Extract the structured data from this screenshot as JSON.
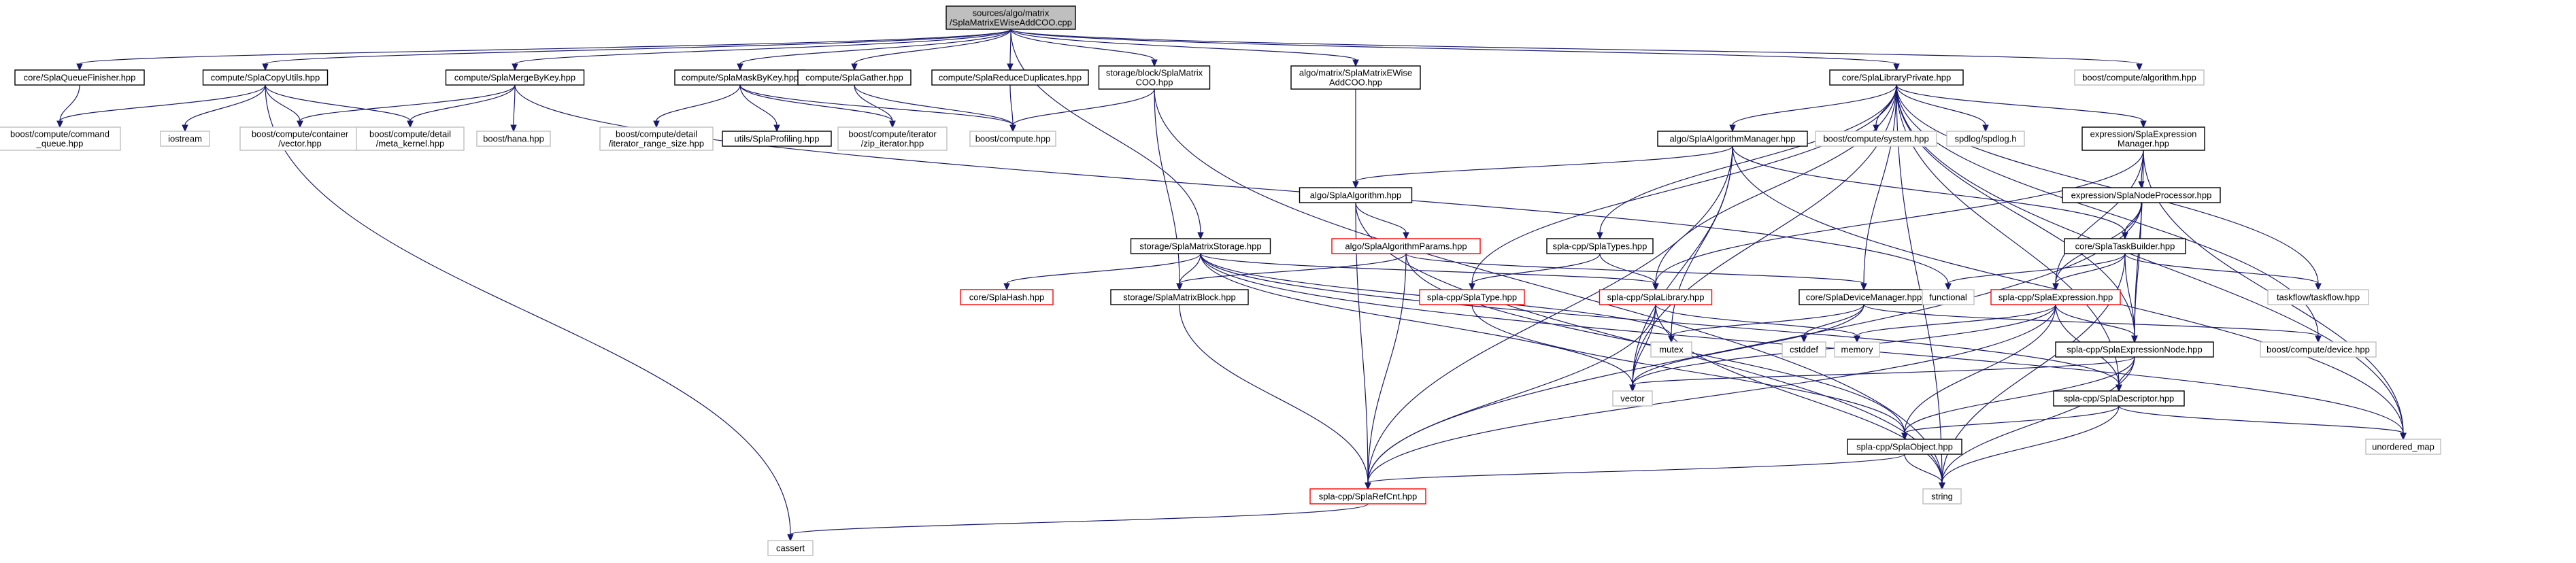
{
  "colors": {
    "edge": "#191970",
    "root_fill": "#bfbfbf",
    "root_border": "#000000",
    "documented_border": "#000000",
    "external_border": "#bfbfbf",
    "truncated_border": "#ff0000",
    "label": "#000000"
  },
  "nodes": [
    {
      "id": "root",
      "kind": "root",
      "lines": [
        "sources/algo/matrix",
        "/SplaMatrixEWiseAddCOO.cpp"
      ]
    },
    {
      "id": "queueFinisher",
      "kind": "documented",
      "lines": [
        "core/SplaQueueFinisher.hpp"
      ]
    },
    {
      "id": "copyUtils",
      "kind": "documented",
      "lines": [
        "compute/SplaCopyUtils.hpp"
      ]
    },
    {
      "id": "mergeByKey",
      "kind": "documented",
      "lines": [
        "compute/SplaMergeByKey.hpp"
      ]
    },
    {
      "id": "maskByKey",
      "kind": "documented",
      "lines": [
        "compute/SplaMaskByKey.hpp"
      ]
    },
    {
      "id": "gather",
      "kind": "documented",
      "lines": [
        "compute/SplaGather.hpp"
      ]
    },
    {
      "id": "reduceDup",
      "kind": "documented",
      "lines": [
        "compute/SplaReduceDuplicates.hpp"
      ]
    },
    {
      "id": "blockMatrixCOO",
      "kind": "documented",
      "lines": [
        "storage/block/SplaMatrix",
        "COO.hpp"
      ]
    },
    {
      "id": "ewiseAddHpp",
      "kind": "documented",
      "lines": [
        "algo/matrix/SplaMatrixEWise",
        "AddCOO.hpp"
      ]
    },
    {
      "id": "libPrivate",
      "kind": "documented",
      "lines": [
        "core/SplaLibraryPrivate.hpp"
      ]
    },
    {
      "id": "bcAlgorithm",
      "kind": "external",
      "lines": [
        "boost/compute/algorithm.hpp"
      ]
    },
    {
      "id": "bcCommandQueue",
      "kind": "external",
      "lines": [
        "boost/compute/command",
        "_queue.hpp"
      ]
    },
    {
      "id": "iostream",
      "kind": "external",
      "lines": [
        "iostream"
      ]
    },
    {
      "id": "bcVector",
      "kind": "external",
      "lines": [
        "boost/compute/container",
        "/vector.hpp"
      ]
    },
    {
      "id": "bcMetaKernel",
      "kind": "external",
      "lines": [
        "boost/compute/detail",
        "/meta_kernel.hpp"
      ]
    },
    {
      "id": "hana",
      "kind": "external",
      "lines": [
        "boost/hana.hpp"
      ]
    },
    {
      "id": "bcIterRange",
      "kind": "external",
      "lines": [
        "boost/compute/detail",
        "/iterator_range_size.hpp"
      ]
    },
    {
      "id": "profiling",
      "kind": "documented",
      "lines": [
        "utils/SplaProfiling.hpp"
      ]
    },
    {
      "id": "bcZipIter",
      "kind": "external",
      "lines": [
        "boost/compute/iterator",
        "/zip_iterator.hpp"
      ]
    },
    {
      "id": "bcCompute",
      "kind": "external",
      "lines": [
        "boost/compute.hpp"
      ]
    },
    {
      "id": "algoManager",
      "kind": "documented",
      "lines": [
        "algo/SplaAlgorithmManager.hpp"
      ]
    },
    {
      "id": "bcSystem",
      "kind": "external",
      "lines": [
        "boost/compute/system.hpp"
      ]
    },
    {
      "id": "spdlog",
      "kind": "external",
      "lines": [
        "spdlog/spdlog.h"
      ]
    },
    {
      "id": "exprManager",
      "kind": "documented",
      "lines": [
        "expression/SplaExpression",
        "Manager.hpp"
      ]
    },
    {
      "id": "algorithm",
      "kind": "documented",
      "lines": [
        "algo/SplaAlgorithm.hpp"
      ]
    },
    {
      "id": "nodeProcessor",
      "kind": "documented",
      "lines": [
        "expression/SplaNodeProcessor.hpp"
      ]
    },
    {
      "id": "matrixStorage",
      "kind": "documented",
      "lines": [
        "storage/SplaMatrixStorage.hpp"
      ]
    },
    {
      "id": "algoParams",
      "kind": "truncated",
      "lines": [
        "algo/SplaAlgorithmParams.hpp"
      ]
    },
    {
      "id": "splaTypes",
      "kind": "documented",
      "lines": [
        "spla-cpp/SplaTypes.hpp"
      ]
    },
    {
      "id": "taskBuilder",
      "kind": "documented",
      "lines": [
        "core/SplaTaskBuilder.hpp"
      ]
    },
    {
      "id": "splaHash",
      "kind": "truncated",
      "lines": [
        "core/SplaHash.hpp"
      ]
    },
    {
      "id": "matrixBlock",
      "kind": "documented",
      "lines": [
        "storage/SplaMatrixBlock.hpp"
      ]
    },
    {
      "id": "splaType",
      "kind": "truncated",
      "lines": [
        "spla-cpp/SplaType.hpp"
      ]
    },
    {
      "id": "splaLibrary",
      "kind": "truncated",
      "lines": [
        "spla-cpp/SplaLibrary.hpp"
      ]
    },
    {
      "id": "deviceManager",
      "kind": "documented",
      "lines": [
        "core/SplaDeviceManager.hpp"
      ]
    },
    {
      "id": "functional",
      "kind": "external",
      "lines": [
        "functional"
      ]
    },
    {
      "id": "splaExpression",
      "kind": "truncated",
      "lines": [
        "spla-cpp/SplaExpression.hpp"
      ]
    },
    {
      "id": "taskflow",
      "kind": "external",
      "lines": [
        "taskflow/taskflow.hpp"
      ]
    },
    {
      "id": "mutex",
      "kind": "external",
      "lines": [
        "mutex"
      ]
    },
    {
      "id": "cstddef",
      "kind": "external",
      "lines": [
        "cstddef"
      ]
    },
    {
      "id": "memory",
      "kind": "external",
      "lines": [
        "memory"
      ]
    },
    {
      "id": "exprNode",
      "kind": "documented",
      "lines": [
        "spla-cpp/SplaExpressionNode.hpp"
      ]
    },
    {
      "id": "bcDevice",
      "kind": "external",
      "lines": [
        "boost/compute/device.hpp"
      ]
    },
    {
      "id": "vector",
      "kind": "external",
      "lines": [
        "vector"
      ]
    },
    {
      "id": "descriptor",
      "kind": "documented",
      "lines": [
        "spla-cpp/SplaDescriptor.hpp"
      ]
    },
    {
      "id": "unorderedMap",
      "kind": "external",
      "lines": [
        "unordered_map"
      ]
    },
    {
      "id": "splaObject",
      "kind": "documented",
      "lines": [
        "spla-cpp/SplaObject.hpp"
      ]
    },
    {
      "id": "string",
      "kind": "external",
      "lines": [
        "string"
      ]
    },
    {
      "id": "refCnt",
      "kind": "truncated",
      "lines": [
        "spla-cpp/SplaRefCnt.hpp"
      ]
    },
    {
      "id": "cassert",
      "kind": "external",
      "lines": [
        "cassert"
      ]
    }
  ],
  "edges": [
    [
      "root",
      "queueFinisher"
    ],
    [
      "root",
      "copyUtils"
    ],
    [
      "root",
      "mergeByKey"
    ],
    [
      "root",
      "maskByKey"
    ],
    [
      "root",
      "gather"
    ],
    [
      "root",
      "reduceDup"
    ],
    [
      "root",
      "blockMatrixCOO"
    ],
    [
      "root",
      "ewiseAddHpp"
    ],
    [
      "root",
      "libPrivate"
    ],
    [
      "root",
      "bcAlgorithm"
    ],
    [
      "root",
      "matrixStorage"
    ],
    [
      "queueFinisher",
      "bcCommandQueue"
    ],
    [
      "copyUtils",
      "bcCommandQueue"
    ],
    [
      "copyUtils",
      "iostream"
    ],
    [
      "copyUtils",
      "bcVector"
    ],
    [
      "copyUtils",
      "bcMetaKernel"
    ],
    [
      "copyUtils",
      "cassert"
    ],
    [
      "mergeByKey",
      "bcVector"
    ],
    [
      "mergeByKey",
      "bcMetaKernel"
    ],
    [
      "mergeByKey",
      "hana"
    ],
    [
      "mergeByKey",
      "functional"
    ],
    [
      "maskByKey",
      "bcIterRange"
    ],
    [
      "maskByKey",
      "profiling"
    ],
    [
      "maskByKey",
      "bcZipIter"
    ],
    [
      "maskByKey",
      "bcCompute"
    ],
    [
      "gather",
      "bcZipIter"
    ],
    [
      "gather",
      "bcCompute"
    ],
    [
      "reduceDup",
      "bcCompute"
    ],
    [
      "blockMatrixCOO",
      "bcCompute"
    ],
    [
      "blockMatrixCOO",
      "matrixBlock"
    ],
    [
      "blockMatrixCOO",
      "string"
    ],
    [
      "ewiseAddHpp",
      "algorithm"
    ],
    [
      "libPrivate",
      "algoManager"
    ],
    [
      "libPrivate",
      "bcSystem"
    ],
    [
      "libPrivate",
      "spdlog"
    ],
    [
      "libPrivate",
      "exprManager"
    ],
    [
      "libPrivate",
      "splaTypes"
    ],
    [
      "libPrivate",
      "splaType"
    ],
    [
      "libPrivate",
      "splaLibrary"
    ],
    [
      "libPrivate",
      "deviceManager"
    ],
    [
      "libPrivate",
      "taskflow"
    ],
    [
      "libPrivate",
      "vector"
    ],
    [
      "libPrivate",
      "unorderedMap"
    ],
    [
      "libPrivate",
      "exprNode"
    ],
    [
      "libPrivate",
      "descriptor"
    ],
    [
      "libPrivate",
      "string"
    ],
    [
      "libPrivate",
      "bcDevice"
    ],
    [
      "algoManager",
      "algorithm"
    ],
    [
      "algoManager",
      "taskBuilder"
    ],
    [
      "algoManager",
      "mutex"
    ],
    [
      "algoManager",
      "unorderedMap"
    ],
    [
      "algoManager",
      "vector"
    ],
    [
      "algoManager",
      "refCnt"
    ],
    [
      "exprManager",
      "nodeProcessor"
    ],
    [
      "exprManager",
      "splaExpression"
    ],
    [
      "exprManager",
      "splaLibrary"
    ],
    [
      "exprManager",
      "unorderedMap"
    ],
    [
      "exprManager",
      "exprNode"
    ],
    [
      "algorithm",
      "algoParams"
    ],
    [
      "algorithm",
      "refCnt"
    ],
    [
      "algorithm",
      "string"
    ],
    [
      "nodeProcessor",
      "taskBuilder"
    ],
    [
      "nodeProcessor",
      "splaExpression"
    ],
    [
      "nodeProcessor",
      "exprNode"
    ],
    [
      "nodeProcessor",
      "refCnt"
    ],
    [
      "matrixStorage",
      "splaHash"
    ],
    [
      "matrixStorage",
      "matrixBlock"
    ],
    [
      "matrixStorage",
      "splaLibrary"
    ],
    [
      "matrixStorage",
      "mutex"
    ],
    [
      "matrixStorage",
      "vector"
    ],
    [
      "matrixStorage",
      "unorderedMap"
    ],
    [
      "matrixStorage",
      "descriptor"
    ],
    [
      "algoParams",
      "matrixBlock"
    ],
    [
      "algoParams",
      "refCnt"
    ],
    [
      "algoParams",
      "deviceManager"
    ],
    [
      "algoParams",
      "splaObject"
    ],
    [
      "splaTypes",
      "splaType"
    ],
    [
      "splaTypes",
      "splaLibrary"
    ],
    [
      "taskBuilder",
      "functional"
    ],
    [
      "taskBuilder",
      "splaExpression"
    ],
    [
      "taskBuilder",
      "taskflow"
    ],
    [
      "taskBuilder",
      "exprNode"
    ],
    [
      "taskBuilder",
      "string"
    ],
    [
      "matrixBlock",
      "refCnt"
    ],
    [
      "splaType",
      "splaObject"
    ],
    [
      "splaLibrary",
      "memory"
    ],
    [
      "splaLibrary",
      "vector"
    ],
    [
      "splaLibrary",
      "refCnt"
    ],
    [
      "splaLibrary",
      "string"
    ],
    [
      "deviceManager",
      "cstddef"
    ],
    [
      "deviceManager",
      "mutex"
    ],
    [
      "deviceManager",
      "bcDevice"
    ],
    [
      "deviceManager",
      "vector"
    ],
    [
      "splaExpression",
      "memory"
    ],
    [
      "splaExpression",
      "exprNode"
    ],
    [
      "splaExpression",
      "vector"
    ],
    [
      "splaExpression",
      "descriptor"
    ],
    [
      "splaExpression",
      "splaObject"
    ],
    [
      "splaExpression",
      "refCnt"
    ],
    [
      "exprNode",
      "descriptor"
    ],
    [
      "exprNode",
      "vector"
    ],
    [
      "exprNode",
      "splaObject"
    ],
    [
      "exprNode",
      "string"
    ],
    [
      "descriptor",
      "splaObject"
    ],
    [
      "descriptor",
      "unorderedMap"
    ],
    [
      "descriptor",
      "string"
    ],
    [
      "splaObject",
      "string"
    ],
    [
      "splaObject",
      "refCnt"
    ],
    [
      "refCnt",
      "cassert"
    ]
  ]
}
